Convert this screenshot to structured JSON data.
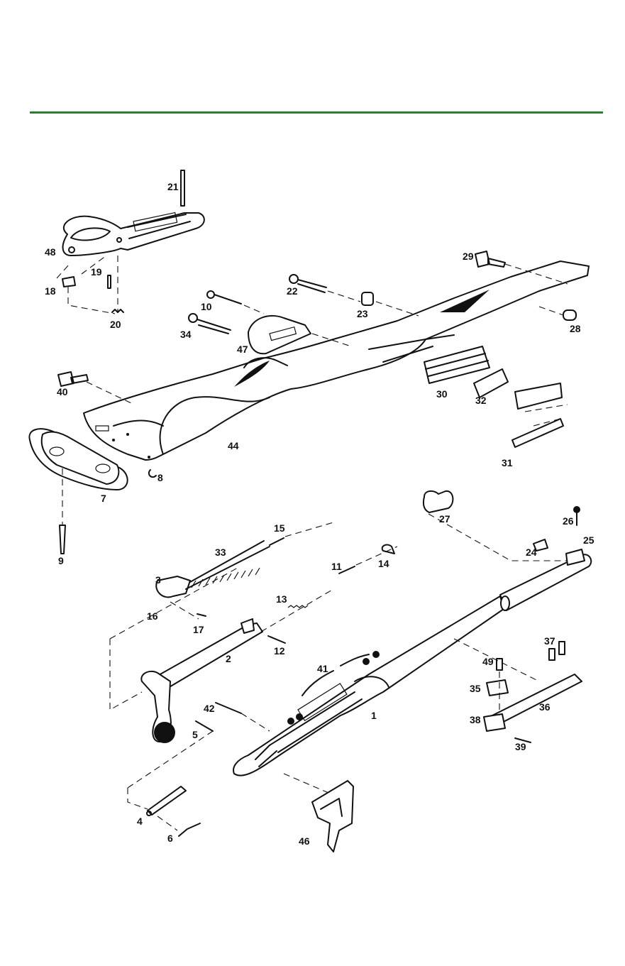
{
  "header": {
    "rule_color": "#2e7d32"
  },
  "parts": [
    {
      "id": "p1",
      "label": "1"
    },
    {
      "id": "p2",
      "label": "2"
    },
    {
      "id": "p3",
      "label": "3"
    },
    {
      "id": "p4",
      "label": "4"
    },
    {
      "id": "p5",
      "label": "5"
    },
    {
      "id": "p6",
      "label": "6"
    },
    {
      "id": "p7",
      "label": "7"
    },
    {
      "id": "p8",
      "label": "8"
    },
    {
      "id": "p9",
      "label": "9"
    },
    {
      "id": "p10",
      "label": "10"
    },
    {
      "id": "p11",
      "label": "11"
    },
    {
      "id": "p12",
      "label": "12"
    },
    {
      "id": "p13",
      "label": "13"
    },
    {
      "id": "p14",
      "label": "14"
    },
    {
      "id": "p15",
      "label": "15"
    },
    {
      "id": "p16",
      "label": "16"
    },
    {
      "id": "p17",
      "label": "17"
    },
    {
      "id": "p18",
      "label": "18"
    },
    {
      "id": "p19",
      "label": "19"
    },
    {
      "id": "p20",
      "label": "20"
    },
    {
      "id": "p21",
      "label": "21"
    },
    {
      "id": "p22",
      "label": "22"
    },
    {
      "id": "p23",
      "label": "23"
    },
    {
      "id": "p24",
      "label": "24"
    },
    {
      "id": "p25",
      "label": "25"
    },
    {
      "id": "p26",
      "label": "26"
    },
    {
      "id": "p27",
      "label": "27"
    },
    {
      "id": "p28",
      "label": "28"
    },
    {
      "id": "p29",
      "label": "29"
    },
    {
      "id": "p30",
      "label": "30"
    },
    {
      "id": "p31",
      "label": "31"
    },
    {
      "id": "p32",
      "label": "32"
    },
    {
      "id": "p33",
      "label": "33"
    },
    {
      "id": "p34",
      "label": "34"
    },
    {
      "id": "p35",
      "label": "35"
    },
    {
      "id": "p36",
      "label": "36"
    },
    {
      "id": "p37",
      "label": "37"
    },
    {
      "id": "p38",
      "label": "38"
    },
    {
      "id": "p39",
      "label": "39"
    },
    {
      "id": "p40",
      "label": "40"
    },
    {
      "id": "p41",
      "label": "41"
    },
    {
      "id": "p42",
      "label": "42"
    },
    {
      "id": "p44",
      "label": "44"
    },
    {
      "id": "p46",
      "label": "46"
    },
    {
      "id": "p47",
      "label": "47"
    },
    {
      "id": "p48",
      "label": "48"
    },
    {
      "id": "p49",
      "label": "49"
    }
  ]
}
